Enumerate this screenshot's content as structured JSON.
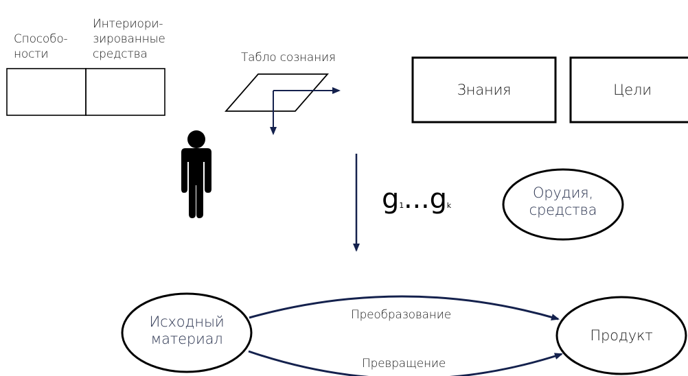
{
  "labels": {
    "abilities": "Способо-\nности",
    "interiorized_means": "Интериори-\nзированные\nсредства",
    "consciousness_board": "Табло сознания",
    "knowledge": "Знания",
    "goals": "Цели",
    "tools": "Орудия,\nсредства",
    "source_material": "Исходный\nматериал",
    "product": "Продукт",
    "transformation": "Преобразование",
    "conversion": "Превращение",
    "g_start": "g",
    "g_start_sub": "1",
    "g_ellipsis": "...",
    "g_end": "g",
    "g_end_sub": "k"
  },
  "icons": {
    "person": "person-icon"
  },
  "colors": {
    "stroke": "#000000",
    "arrow": "#14214d",
    "text": "#1a1a1a",
    "ellipse_text": "#2b3450"
  }
}
